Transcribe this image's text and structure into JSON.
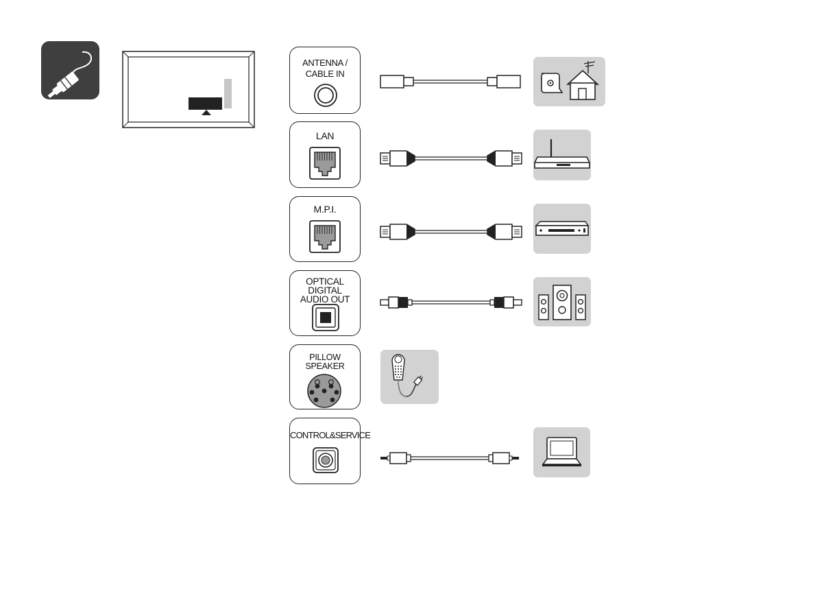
{
  "icon": "cable-plug-icon",
  "tv": {
    "icon": "tv-back-panel-icon"
  },
  "ports": [
    {
      "label": "ANTENNA /\nCABLE IN",
      "port_icon": "coaxial-port-icon",
      "cable_icon": "coaxial-cable-icon",
      "device_icon": "antenna-house-icon"
    },
    {
      "label": "LAN",
      "port_icon": "rj45-port-icon",
      "cable_icon": "lan-cable-icon",
      "device_icon": "router-icon"
    },
    {
      "label": "M.P.I.",
      "port_icon": "rj45-port-icon",
      "cable_icon": "lan-cable-icon",
      "device_icon": "set-top-box-icon"
    },
    {
      "label": "OPTICAL\nDIGITAL\nAUDIO OUT",
      "port_icon": "optical-port-icon",
      "cable_icon": "optical-cable-icon",
      "device_icon": "speaker-system-icon"
    },
    {
      "label": "PILLOW\nSPEAKER",
      "port_icon": "pillow-speaker-port-icon",
      "cable_icon": "",
      "device_icon": "pillow-speaker-remote-icon"
    },
    {
      "label": "CONTROL&SERVICE",
      "port_icon": "phone-jack-port-icon",
      "cable_icon": "audio-jack-cable-icon",
      "device_icon": "laptop-icon"
    }
  ],
  "colors": {
    "icon_bg": "#3f3f3f",
    "device_bg": "#d2d2d2",
    "line": "#222222",
    "port_fill": "#9a9a9a"
  }
}
